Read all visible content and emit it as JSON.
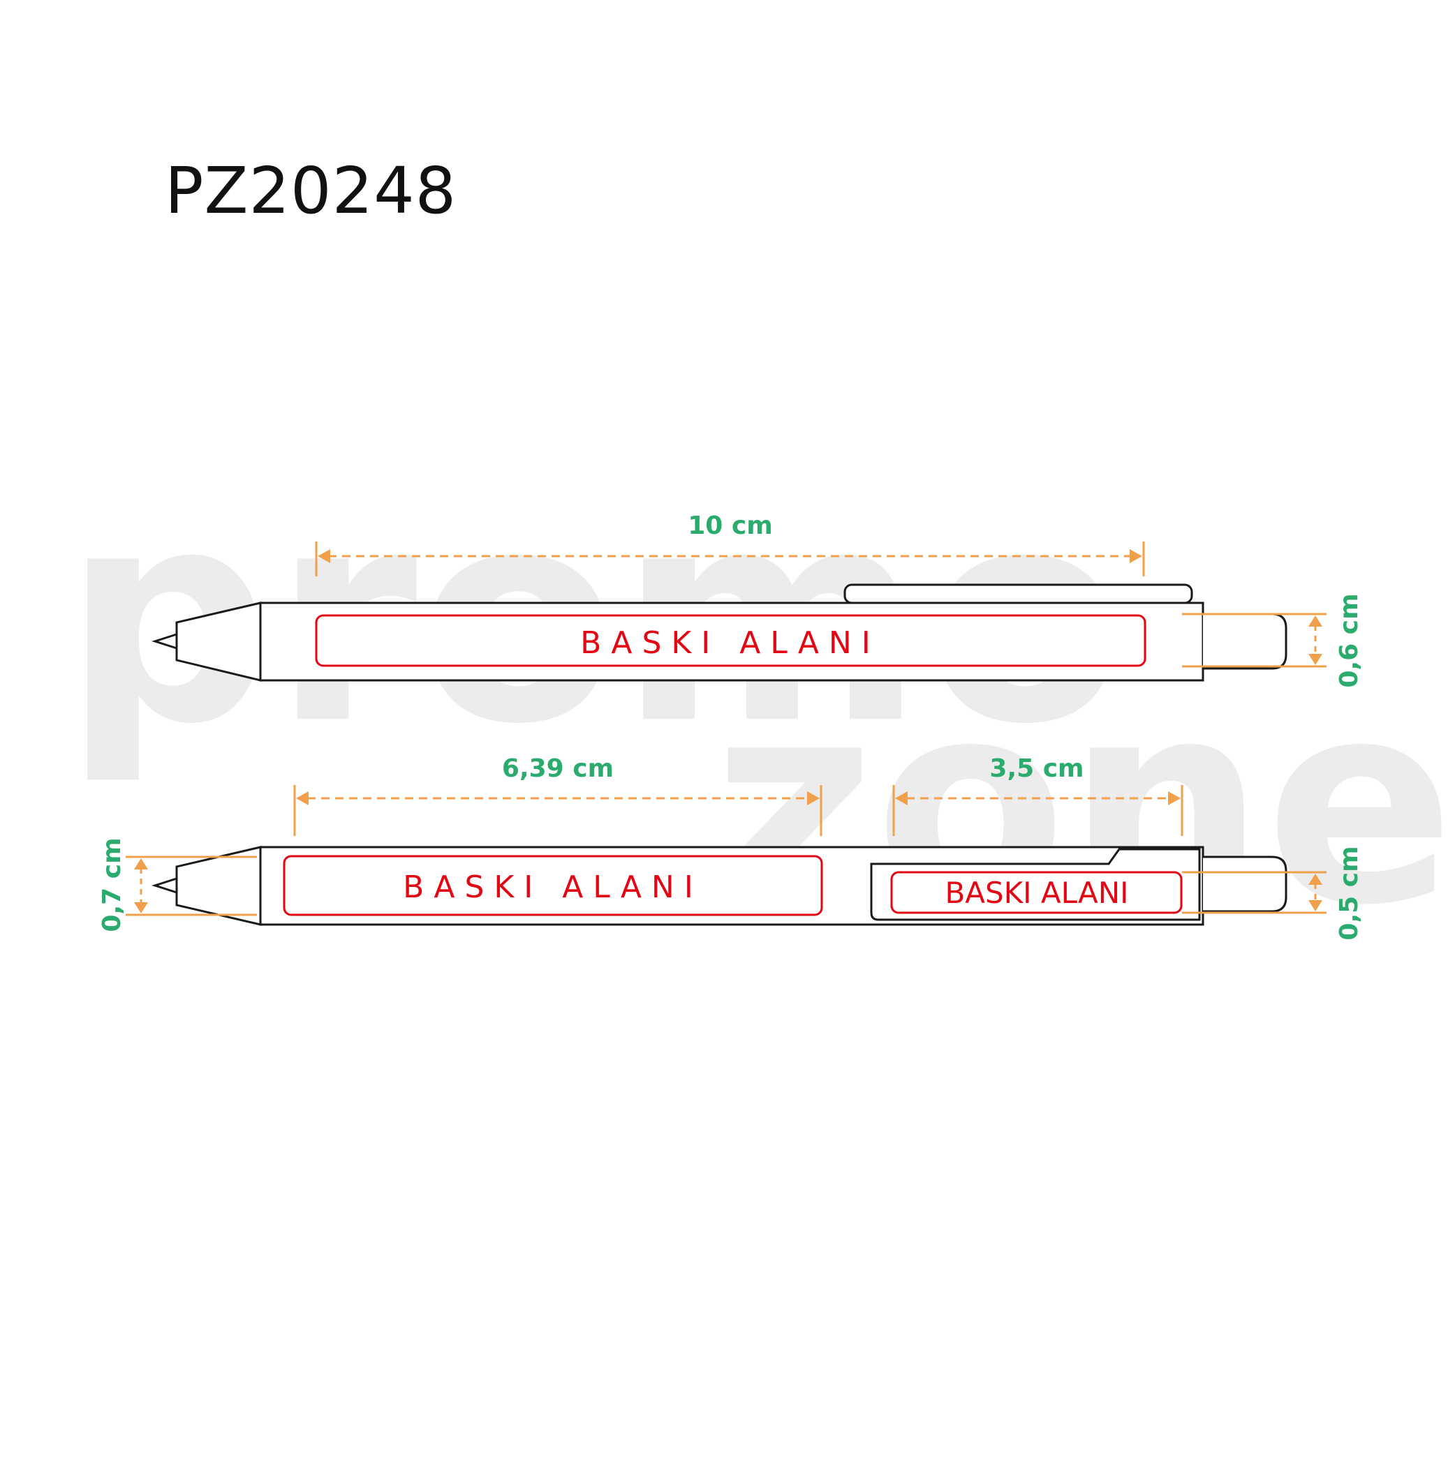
{
  "product_code": "PZ20248",
  "watermark": {
    "line1": "promo",
    "line2": "zone"
  },
  "colors": {
    "outline": "#1a1a1a",
    "print_area": "#e30613",
    "dimension_line": "#f0a04b",
    "dimension_text": "#2bab6e",
    "watermark": "#ececec"
  },
  "top_view": {
    "print_label": "BASKI ALANI",
    "length_label": "10 cm",
    "height_label": "0,6 cm"
  },
  "bottom_view": {
    "print_label_body": "BASKI ALANI",
    "print_label_clip": "BASKI ALANI",
    "body_length_label": "6,39 cm",
    "clip_length_label": "3,5 cm",
    "body_height_label": "0,7 cm",
    "clip_height_label": "0,5 cm"
  }
}
